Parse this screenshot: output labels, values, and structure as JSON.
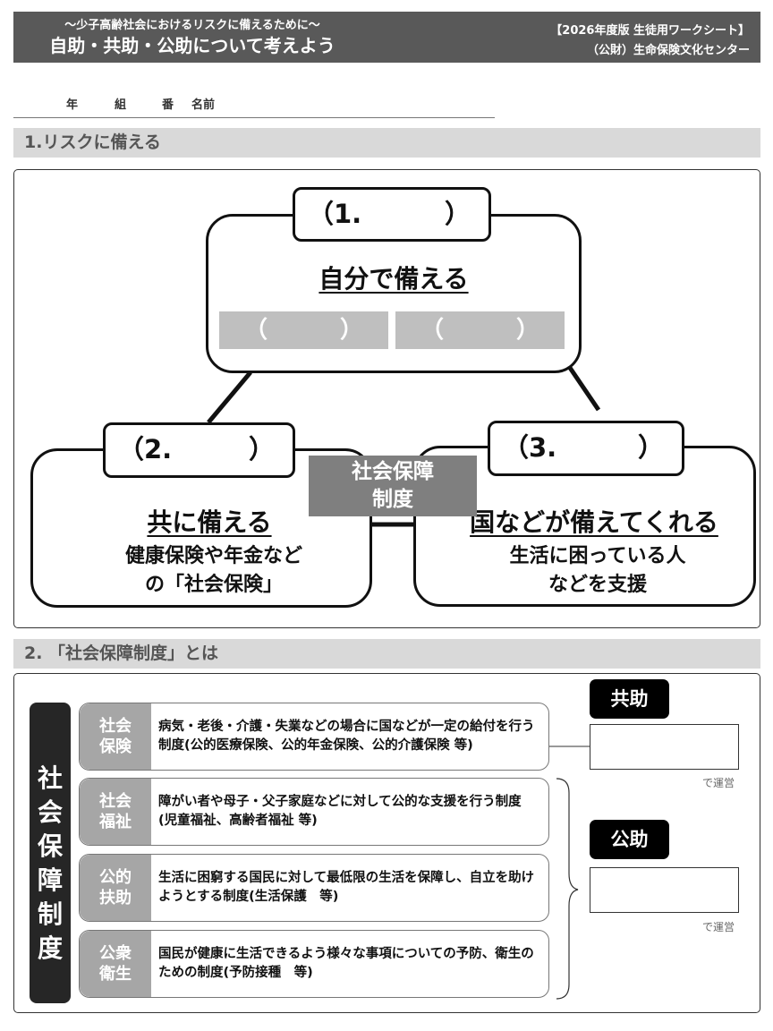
{
  "header": {
    "subtitle": "～少子高齢社会におけるリスクに備えるために～",
    "title": "自助・共助・公助について考えよう",
    "edition": "【2026年度版  生徒用ワークシート】",
    "publisher": "（公財）生命保険文化センター"
  },
  "name_row": {
    "year": "年",
    "class": "組",
    "number": "番",
    "name": "名前"
  },
  "section1": {
    "title": "1.リスクに備える",
    "top": {
      "tab_open": "（1.",
      "tab_close": "）",
      "heading": "自分で備える",
      "blank_open": "（",
      "blank_close": "）"
    },
    "left": {
      "tab_open": "（2.",
      "tab_close": "）",
      "heading": "共に備える",
      "desc1": "健康保険や年金など",
      "desc2": "の「社会保険」"
    },
    "right": {
      "tab_open": "（3.",
      "tab_close": "）",
      "heading": "国などが備えてくれる",
      "desc1": "生活に困っている人",
      "desc2": "などを支援"
    },
    "center_label_1": "社会保障",
    "center_label_2": "制度"
  },
  "section2": {
    "title": "2.  「社会保障制度」とは",
    "vertical_label": [
      "社",
      "会",
      "保",
      "障",
      "制",
      "度"
    ],
    "rows": [
      {
        "tag1": "社会",
        "tag2": "保険",
        "text": "病気・老後・介護・失業などの場合に国などが一定の給付を行う制度(公的医療保険、公的年金保険、公的介護保険  等)"
      },
      {
        "tag1": "社会",
        "tag2": "福祉",
        "text": "障がい者や母子・父子家庭などに対して公的な支援を行う制度(児童福祉、高齢者福祉  等)"
      },
      {
        "tag1": "公的",
        "tag2": "扶助",
        "text": "生活に困窮する国民に対して最低限の生活を保障し、自立を助けようとする制度(生活保護　等)"
      },
      {
        "tag1": "公衆",
        "tag2": "衛生",
        "text": "国民が健康に生活できるよう様々な事項についての予防、衛生のための制度(予防接種　等)"
      }
    ],
    "kyojo_label": "共助",
    "kojo_label": "公助",
    "unei_note": "で運営"
  },
  "colors": {
    "header_bg": "#595959",
    "section_bar_bg": "#d9d9d9",
    "center_label_bg": "#7f7f7f",
    "blank_fill": "#bfbfbf",
    "tag_bg": "#a6a6a6",
    "vertical_label_bg": "#262626"
  }
}
